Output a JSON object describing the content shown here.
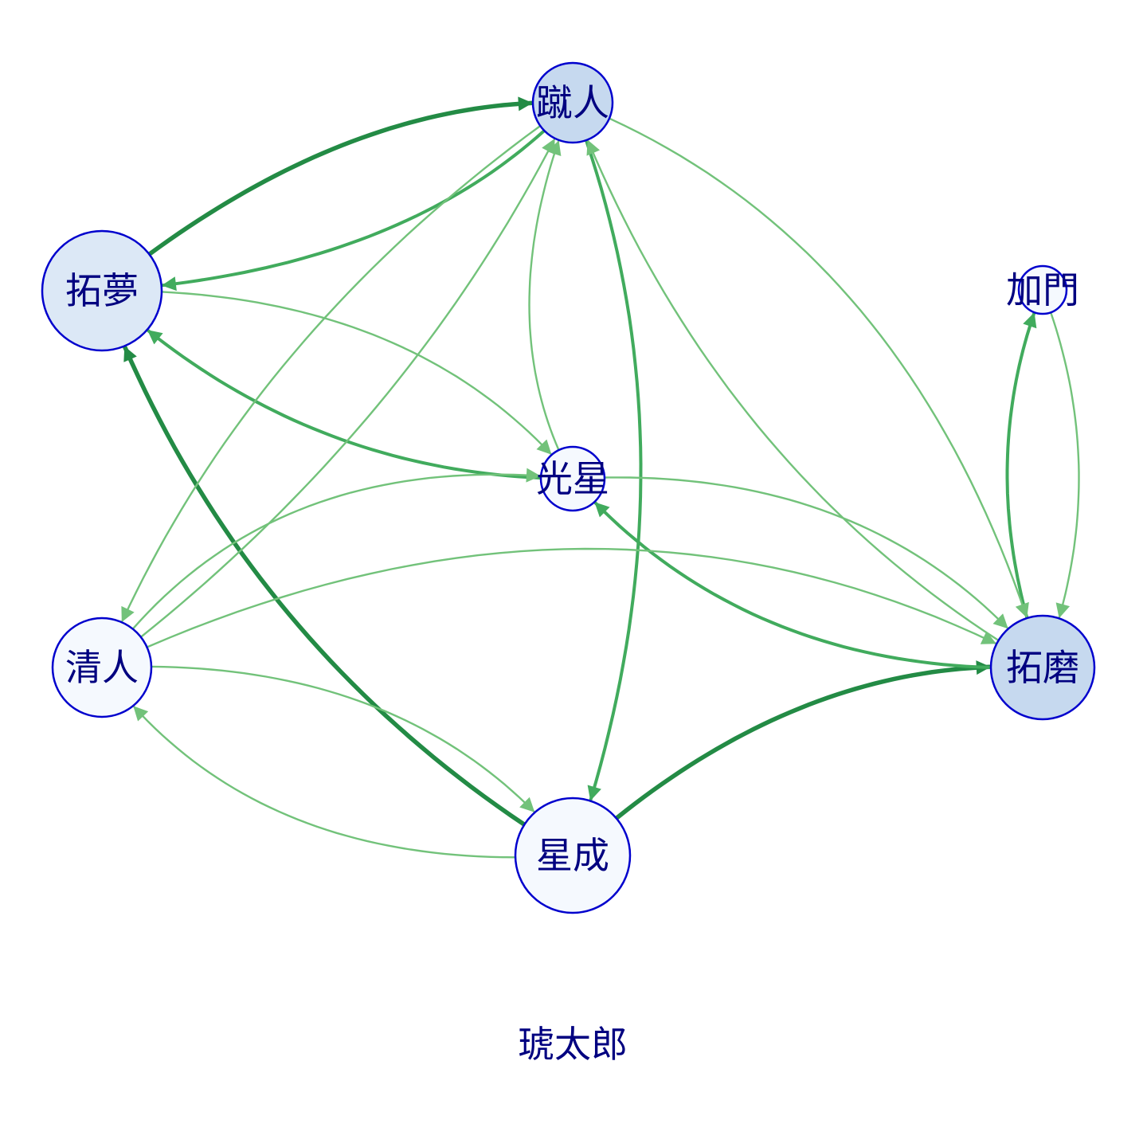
{
  "colors": {
    "node_stroke": "#0000cd",
    "label": "#000080",
    "fill_low": "#f5f9fe",
    "fill_mid": "#dce8f6",
    "fill_high": "#c6d9ef",
    "edge_light": "#72c27a",
    "edge_mid": "#41ab5d",
    "edge_dark": "#238b45"
  },
  "nodes": [
    {
      "id": "shujin",
      "label": "蹴人",
      "weight": "high"
    },
    {
      "id": "takumu",
      "label": "拓夢",
      "weight": "mid"
    },
    {
      "id": "kamon",
      "label": "加門",
      "weight": "low"
    },
    {
      "id": "kousei",
      "label": "光星",
      "weight": "low"
    },
    {
      "id": "kiyoto",
      "label": "清人",
      "weight": "low"
    },
    {
      "id": "takuma",
      "label": "拓磨",
      "weight": "high"
    },
    {
      "id": "seinari",
      "label": "星成",
      "weight": "low"
    },
    {
      "id": "kotarou",
      "label": "琥太郎",
      "weight": "low"
    }
  ],
  "edges": [
    {
      "from": "takumu",
      "to": "shujin",
      "strength": "dark"
    },
    {
      "from": "shujin",
      "to": "takumu",
      "strength": "mid"
    },
    {
      "from": "kousei",
      "to": "takumu",
      "strength": "mid"
    },
    {
      "from": "takumu",
      "to": "kousei",
      "strength": "light"
    },
    {
      "from": "seinari",
      "to": "takumu",
      "strength": "dark"
    },
    {
      "from": "shujin",
      "to": "seinari",
      "strength": "mid"
    },
    {
      "from": "seinari",
      "to": "takuma",
      "strength": "dark"
    },
    {
      "from": "takuma",
      "to": "kousei",
      "strength": "mid"
    },
    {
      "from": "kousei",
      "to": "takuma",
      "strength": "light"
    },
    {
      "from": "takuma",
      "to": "kamon",
      "strength": "mid"
    },
    {
      "from": "kamon",
      "to": "takuma",
      "strength": "light"
    },
    {
      "from": "shujin",
      "to": "takuma",
      "strength": "light"
    },
    {
      "from": "takuma",
      "to": "shujin",
      "strength": "light"
    },
    {
      "from": "kousei",
      "to": "shujin",
      "strength": "light"
    },
    {
      "from": "kiyoto",
      "to": "shujin",
      "strength": "light"
    },
    {
      "from": "shujin",
      "to": "kiyoto",
      "strength": "light"
    },
    {
      "from": "kiyoto",
      "to": "kousei",
      "strength": "light"
    },
    {
      "from": "kiyoto",
      "to": "takuma",
      "strength": "light"
    },
    {
      "from": "kiyoto",
      "to": "seinari",
      "strength": "light"
    },
    {
      "from": "seinari",
      "to": "kiyoto",
      "strength": "light"
    }
  ]
}
